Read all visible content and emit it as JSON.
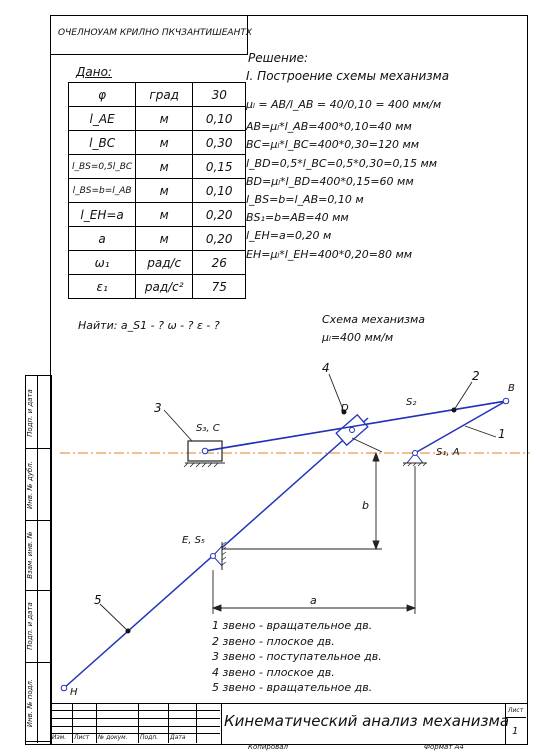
{
  "header": {
    "stamp_text": "ОЧЕЛНОУАМ КРИЛНО ПКЧЗАНТИШЕАНТХ"
  },
  "given": {
    "title": "Дано:",
    "rows": [
      {
        "param": "φ",
        "unit": "град",
        "value": "30"
      },
      {
        "param": "l_AE",
        "unit": "м",
        "value": "0,10"
      },
      {
        "param": "l_BC",
        "unit": "м",
        "value": "0,30"
      },
      {
        "param": "l_BS=0,5l_BC",
        "unit": "м",
        "value": "0,15"
      },
      {
        "param": "l_BS=b=l_AB",
        "unit": "м",
        "value": "0,10"
      },
      {
        "param": "l_EH=a",
        "unit": "м",
        "value": "0,20"
      },
      {
        "param": "a",
        "unit": "м",
        "value": "0,20"
      },
      {
        "param": "ω₁",
        "unit": "рад/с",
        "value": "26"
      },
      {
        "param": "ε₁",
        "unit": "рад/с²",
        "value": "75"
      }
    ],
    "find": "Найти: a_S1 - ? ω - ? ε - ?"
  },
  "solution": {
    "title": "Решение:",
    "subtitle": "I. Построение схемы механизма",
    "lines": [
      "μₗ = AB/l_AB = 40/0,10 = 400 мм/м",
      "AB=μₗ*l_AB=400*0,10=40 мм",
      "BC=μₗ*l_BC=400*0,30=120 мм",
      "l_BD=0,5*l_BC=0,5*0,30=0,15 мм",
      "BD=μₗ*l_BD=400*0,15=60 мм",
      "l_BS=b=l_AB=0,10 м",
      "BS₁=b=AB=40 мм",
      "l_EH=a=0,20 м",
      "EH=μₗ*l_EH=400*0,20=80 мм"
    ]
  },
  "scheme": {
    "title": "Схема механизма",
    "scale": "μₗ=400 мм/м",
    "labels": {
      "n1": "1",
      "n2": "2",
      "n3": "3",
      "n4": "4",
      "n5": "5",
      "B": "B",
      "D": "D",
      "S2": "S₂",
      "S3C": "S₃, C",
      "S1A": "S₁, A",
      "ES5": "E, S₅",
      "H": "H",
      "b": "b",
      "a": "a"
    }
  },
  "legend": [
    "1 звено - вращательное дв.",
    "2 звено - плоское дв.",
    "3 звено - поступательное дв.",
    "4 звено - плоское дв.",
    "5 звено - вращательное дв."
  ],
  "sidebar": [
    "Подп. и дата",
    "Инв. № дубл.",
    "Взам. инв. №",
    "Подп. и дата",
    "Инв. № подл."
  ],
  "title_block": {
    "title": "Кинематический анализ механизма",
    "sheet_label": "Лист",
    "sheet_no": "1",
    "cols": [
      "Изм.",
      "Лист",
      "№ докум.",
      "Подп.",
      "Дата"
    ],
    "footer_left": "Копировал",
    "footer_right": "Формат А4"
  },
  "colors": {
    "mechanism": "#2233bb",
    "axis": "#e08020",
    "ink": "#111111"
  }
}
